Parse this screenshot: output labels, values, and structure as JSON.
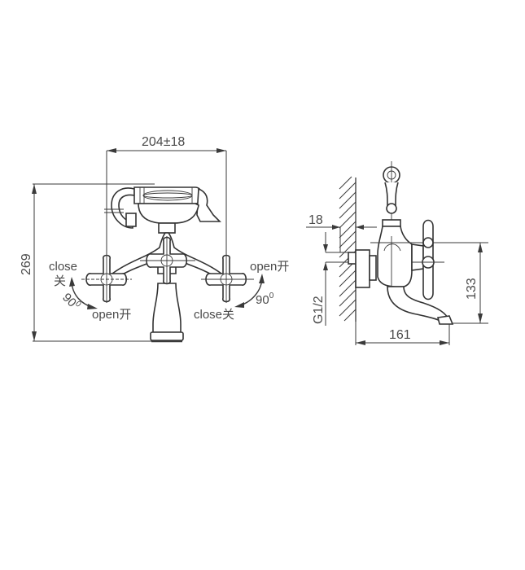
{
  "front_view": {
    "width_dimension": "204±18",
    "height_dimension": "269",
    "left_handle": {
      "close_label": "close",
      "close_label_cn": "关",
      "open_label": "open开",
      "rotation_label": "90°",
      "rotation_value": "90",
      "rotation_sup": "0"
    },
    "right_handle": {
      "open_label": "open开",
      "close_label": "close关",
      "rotation_value": "90",
      "rotation_sup": "0"
    }
  },
  "side_view": {
    "wall_offset_dimension": "18",
    "thread_label": "G1/2",
    "spout_height_dimension": "133",
    "spout_reach_dimension": "161"
  },
  "colors": {
    "line": "#3a3a3a",
    "text": "#4a4a4a",
    "background": "#ffffff"
  }
}
